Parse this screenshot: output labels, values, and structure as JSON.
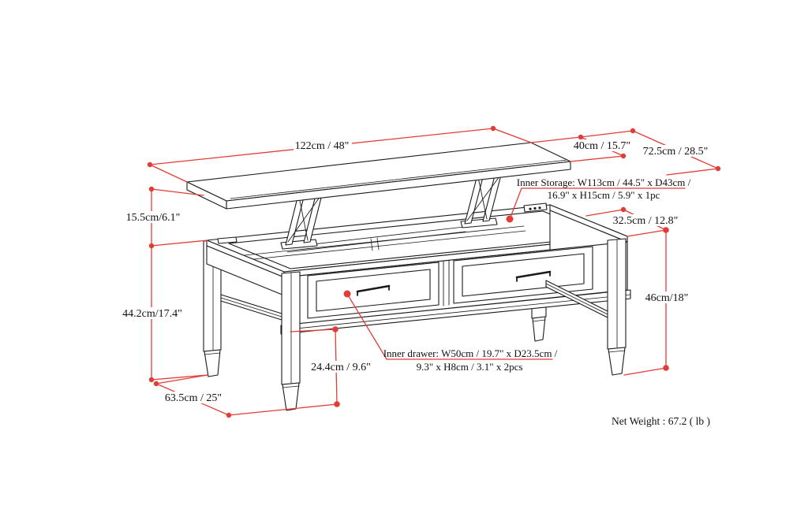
{
  "diagram": {
    "title": "lift-top coffee table dimension diagram",
    "colors": {
      "dimension_red": "#e23c36",
      "line_black": "#1b1b1b",
      "background": "#ffffff"
    },
    "dim_labels": {
      "top_length": "122cm / 48\"",
      "top_depth": "40cm / 15.7\"",
      "open_depth": "72.5cm / 28.5\"",
      "lift_height": "15.5cm/6.1\"",
      "body_height": "44.2cm/17.4\"",
      "base_depth": "63.5cm / 25\"",
      "floor_clearance": "24.4cm / 9.6\"",
      "top_overhang": "32.5cm / 12.8\"",
      "table_height": "46cm/18\""
    },
    "notes": {
      "inner_storage_line1": "Inner Storage:  W113cm / 44.5\" x D43cm /",
      "inner_storage_line2": "16.9\" x H15cm / 5.9\" x 1pc",
      "inner_drawer_line1": "Inner drawer:  W50cm / 19.7\" x D23.5cm /",
      "inner_drawer_line2": "9.3\" x H8cm / 3.1\" x 2pcs",
      "net_weight": "Net Weight : 67.2 ( lb )"
    }
  }
}
